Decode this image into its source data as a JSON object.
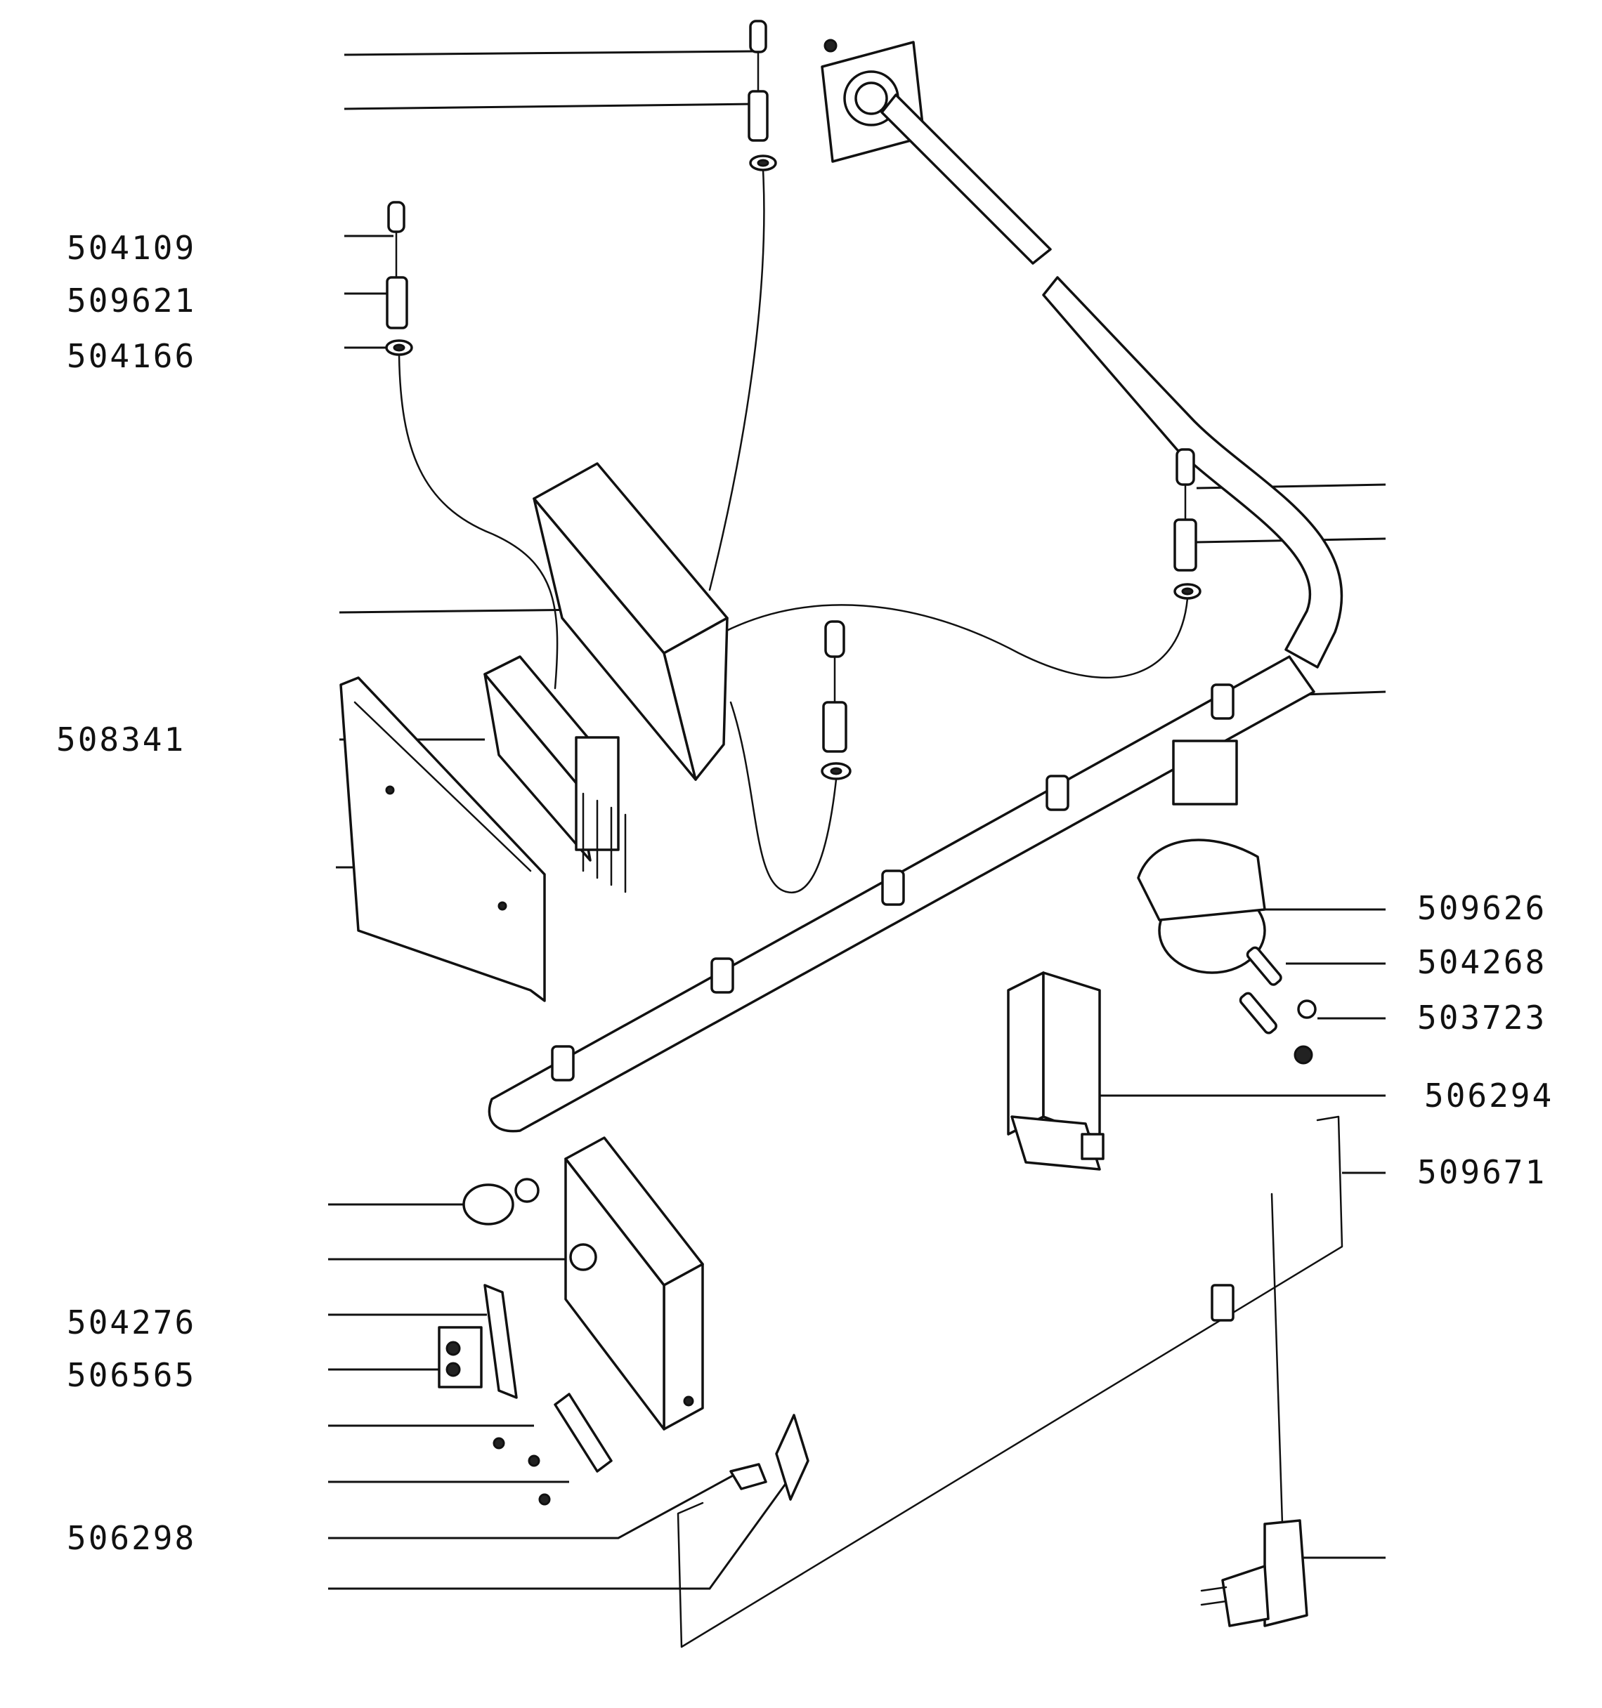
{
  "labels": {
    "p504109": "504109",
    "p509621": "509621",
    "p504166": "504166",
    "p508341": "508341",
    "p509626": "509626",
    "p504268": "504268",
    "p503723": "503723",
    "p506294": "506294",
    "p509671": "509671",
    "p504276": "504276",
    "p506565": "506565",
    "p506298": "506298"
  }
}
